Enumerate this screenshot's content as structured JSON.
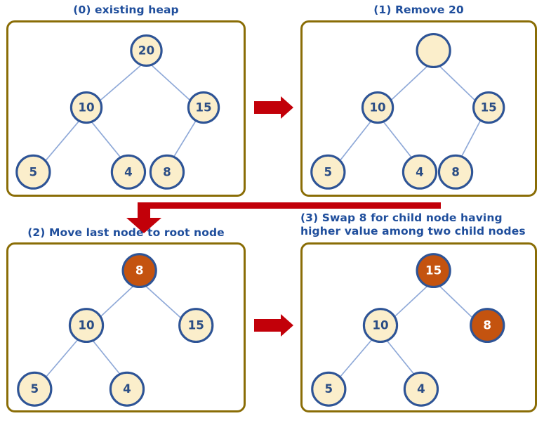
{
  "figure": {
    "title_color": "#1f4e9c",
    "panel_border_color": "#8a6d06",
    "arrow_color": "#c20009",
    "node_border_color": "#2e5496",
    "node_fill_default": "#fbeecb",
    "node_fill_highlight": "#c4530f",
    "edge_color": "#8fa9d8",
    "background": "#ffffff"
  },
  "panels": [
    {
      "id": "panel-0",
      "title": "(0) existing heap",
      "title_align": "center",
      "nodes": [
        {
          "label": "20",
          "highlight": false
        },
        {
          "label": "10",
          "highlight": false
        },
        {
          "label": "15",
          "highlight": false
        },
        {
          "label": "5",
          "highlight": false
        },
        {
          "label": "4",
          "highlight": false
        },
        {
          "label": "8",
          "highlight": false
        }
      ]
    },
    {
      "id": "panel-1",
      "title": "(1) Remove 20",
      "title_align": "center",
      "nodes": [
        {
          "label": "",
          "highlight": false
        },
        {
          "label": "10",
          "highlight": false
        },
        {
          "label": "15",
          "highlight": false
        },
        {
          "label": "5",
          "highlight": false
        },
        {
          "label": "4",
          "highlight": false
        },
        {
          "label": "8",
          "highlight": false
        }
      ]
    },
    {
      "id": "panel-2",
      "title": "(2) Move last node to root node",
      "title_align": "center",
      "nodes": [
        {
          "label": "8",
          "highlight": true
        },
        {
          "label": "10",
          "highlight": false
        },
        {
          "label": "15",
          "highlight": false
        },
        {
          "label": "5",
          "highlight": false
        },
        {
          "label": "4",
          "highlight": false
        }
      ]
    },
    {
      "id": "panel-3",
      "title": "(3) Swap 8 for child node having\nhigher value among two child nodes",
      "title_align": "left",
      "nodes": [
        {
          "label": "15",
          "highlight": true
        },
        {
          "label": "10",
          "highlight": false
        },
        {
          "label": "8",
          "highlight": true
        },
        {
          "label": "5",
          "highlight": false
        },
        {
          "label": "4",
          "highlight": false
        }
      ]
    }
  ],
  "arrows": [
    {
      "id": "arrow-0-to-1",
      "direction": "right"
    },
    {
      "id": "arrow-1-to-2",
      "direction": "left-then-down"
    },
    {
      "id": "arrow-2-to-3",
      "direction": "right"
    }
  ]
}
